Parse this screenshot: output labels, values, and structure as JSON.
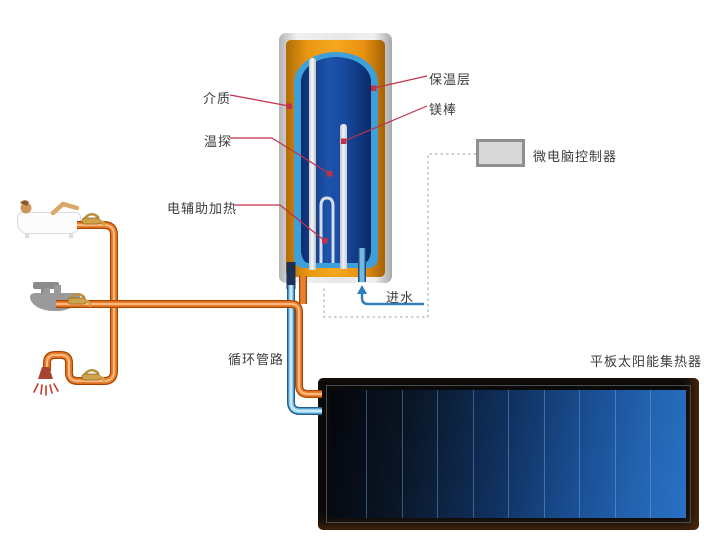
{
  "scene": {
    "annotations": {
      "medium": "介质",
      "temperature_probe": "温探",
      "electric_auxiliary_heating": "电辅助加热",
      "insulation_layer": "保温层",
      "magnesium_rod": "镁棒",
      "microcomputer_controller": "微电脑控制器",
      "water_inlet": "进水",
      "circulation_pipeline": "循环管路",
      "flat_plate_solar_collector": "平板太阳能集热器"
    },
    "colors": {
      "hot_water_pipe": "#ea7f2e",
      "cold_water_pipe": "#8fd0ef",
      "tank_water": "#174a9f",
      "insulation": "#f5a81e",
      "annotation_leader": "#c23048",
      "controller_box": "#d8d8d8",
      "collector_dark": "#04060c",
      "collector_light": "#2a70c4"
    }
  }
}
